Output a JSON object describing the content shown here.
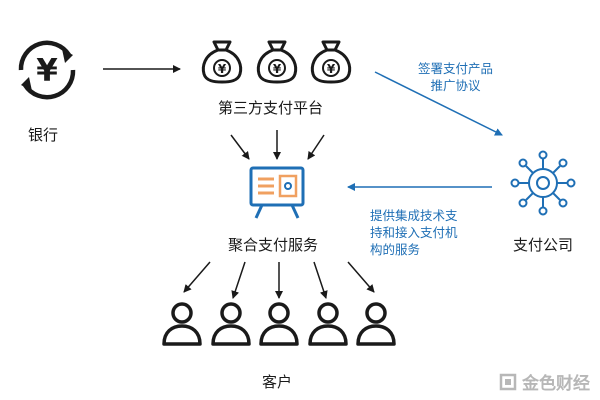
{
  "nodes": {
    "bank": "银行",
    "third_party": "第三方支付平台",
    "aggregate": "聚合支付服务",
    "payment_company": "支付公司",
    "customers": "客户"
  },
  "annotations": {
    "sign": [
      "签署支付产品",
      "推广协议"
    ],
    "provide": [
      "提供集成技术支",
      "持和接入支付机",
      "构的服务"
    ]
  },
  "icons": {
    "bank": "yen-cycle-icon",
    "moneybag": "money-bag-icon",
    "aggregate": "payment-terminal-icon",
    "company": "network-hub-icon",
    "customer": "person-icon"
  },
  "symbols": {
    "currency": "¥"
  },
  "watermark": "金色财经",
  "colors": {
    "accent": "#1f6fb5",
    "ink": "#1a1a1a",
    "terminal_border": "#1f6fb5",
    "terminal_fill": "#f0a060"
  }
}
